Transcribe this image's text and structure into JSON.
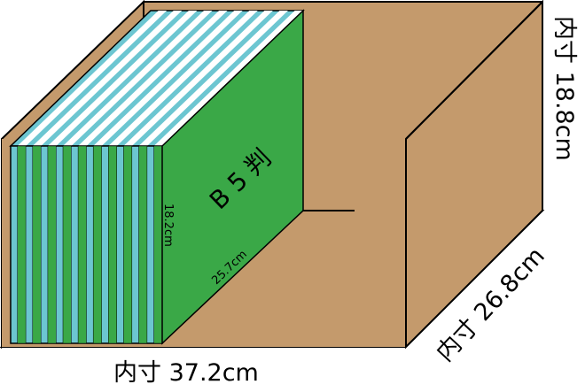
{
  "box": {
    "color": "#c49a6c",
    "stroke": "#000000",
    "height_label": "内寸 18.8cm",
    "depth_label": "内寸 26.8cm",
    "width_label": "内寸 37.2cm"
  },
  "books": {
    "cover_color": "#3aa847",
    "spine_stripe_color": "#6cc6d1",
    "page_color": "#ffffff",
    "format_label": "B 5 判",
    "height_label": "18.2cm",
    "length_label": "25.7cm",
    "count": 10
  }
}
